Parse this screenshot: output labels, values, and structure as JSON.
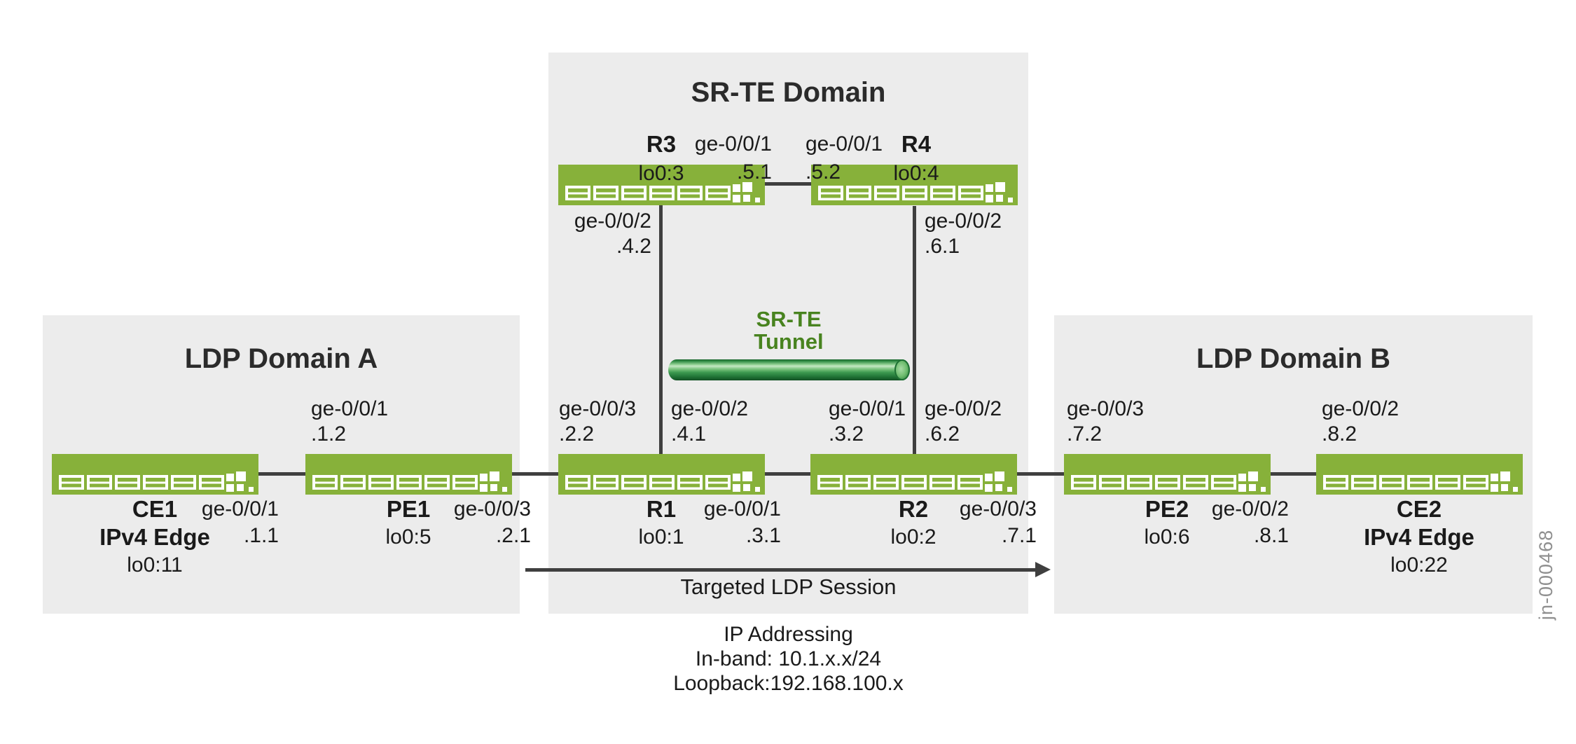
{
  "figure_id": "jn-000468",
  "colors": {
    "router_green": "#87B13A",
    "domain_box_gray": "#ECECEC",
    "link_dark": "#3F3F3F",
    "tunnel_label_green": "#48831F",
    "tunnel_dark_green": "#17632B",
    "tunnel_light_green": "#C4E8C4",
    "watermark_gray": "#909090",
    "text": "#1A1A1A"
  },
  "domains": [
    {
      "title": "LDP Domain A"
    },
    {
      "title": "SR-TE Domain"
    },
    {
      "title": "LDP Domain B"
    }
  ],
  "nodes": [
    {
      "name": "CE1",
      "role": "IPv4 Edge",
      "loopback": "lo0:11"
    },
    {
      "name": "PE1",
      "loopback": "lo0:5"
    },
    {
      "name": "R1",
      "loopback": "lo0:1"
    },
    {
      "name": "R2",
      "loopback": "lo0:2"
    },
    {
      "name": "PE2",
      "loopback": "lo0:6"
    },
    {
      "name": "CE2",
      "role": "IPv4 Edge",
      "loopback": "lo0:22"
    },
    {
      "name": "R3",
      "loopback": "lo0:3"
    },
    {
      "name": "R4",
      "loopback": "lo0:4"
    }
  ],
  "interfaces": [
    {
      "iface": "ge-0/0/1",
      "addr": ".1.2"
    },
    {
      "iface": "ge-0/0/1",
      "addr": ".1.1"
    },
    {
      "iface": "ge-0/0/3",
      "addr": ".2.1"
    },
    {
      "iface": "ge-0/0/3",
      "addr": ".2.2"
    },
    {
      "iface": "ge-0/0/2",
      "addr": ".4.1"
    },
    {
      "iface": "ge-0/0/1",
      "addr": ".3.1"
    },
    {
      "iface": "ge-0/0/1",
      "addr": ".3.2"
    },
    {
      "iface": "ge-0/0/2",
      "addr": ".6.2"
    },
    {
      "iface": "ge-0/0/3",
      "addr": ".7.1"
    },
    {
      "iface": "ge-0/0/3",
      "addr": ".7.2"
    },
    {
      "iface": "ge-0/0/2",
      "addr": ".8.1"
    },
    {
      "iface": "ge-0/0/2",
      "addr": ".8.2"
    },
    {
      "iface": "ge-0/0/1",
      "addr": ".5.1"
    },
    {
      "iface": "ge-0/0/1",
      "addr": ".5.2"
    },
    {
      "iface": "ge-0/0/2",
      "addr": ".4.2"
    },
    {
      "iface": "ge-0/0/2",
      "addr": ".6.1"
    }
  ],
  "tunnel": {
    "label_line1": "SR-TE",
    "label_line2": "Tunnel"
  },
  "session_arrow": {
    "label": "Targeted LDP Session"
  },
  "notes": {
    "line1": "IP Addressing",
    "line2": "In-band: 10.1.x.x/24",
    "line3": "Loopback:192.168.100.x"
  }
}
